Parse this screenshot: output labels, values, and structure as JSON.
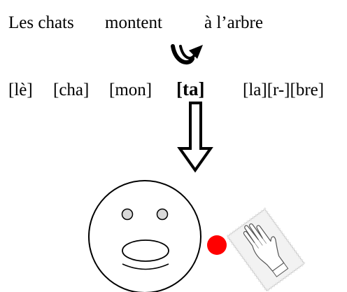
{
  "sentence": {
    "word_1": "Les chats",
    "word_2": "montent",
    "word_3": "à l’arbre"
  },
  "phonetics": {
    "syllable_1": "[lè]",
    "syllable_2": "[cha]",
    "syllable_3": "[mon]",
    "syllable_highlight": "[ta]",
    "syllable_5": "[la][r-][bre]"
  },
  "icons": {
    "liaison": "curved-liaison-arrow-icon",
    "down_arrow": "hollow-down-arrow-icon",
    "face": "open-mouth-face-icon",
    "dot": "red-dot-icon",
    "hand": "hand-sign-icon"
  },
  "colors": {
    "dot": "#ff0000",
    "hand_card": "#f2f2f2",
    "face_eyes": "#d9d9d9"
  }
}
